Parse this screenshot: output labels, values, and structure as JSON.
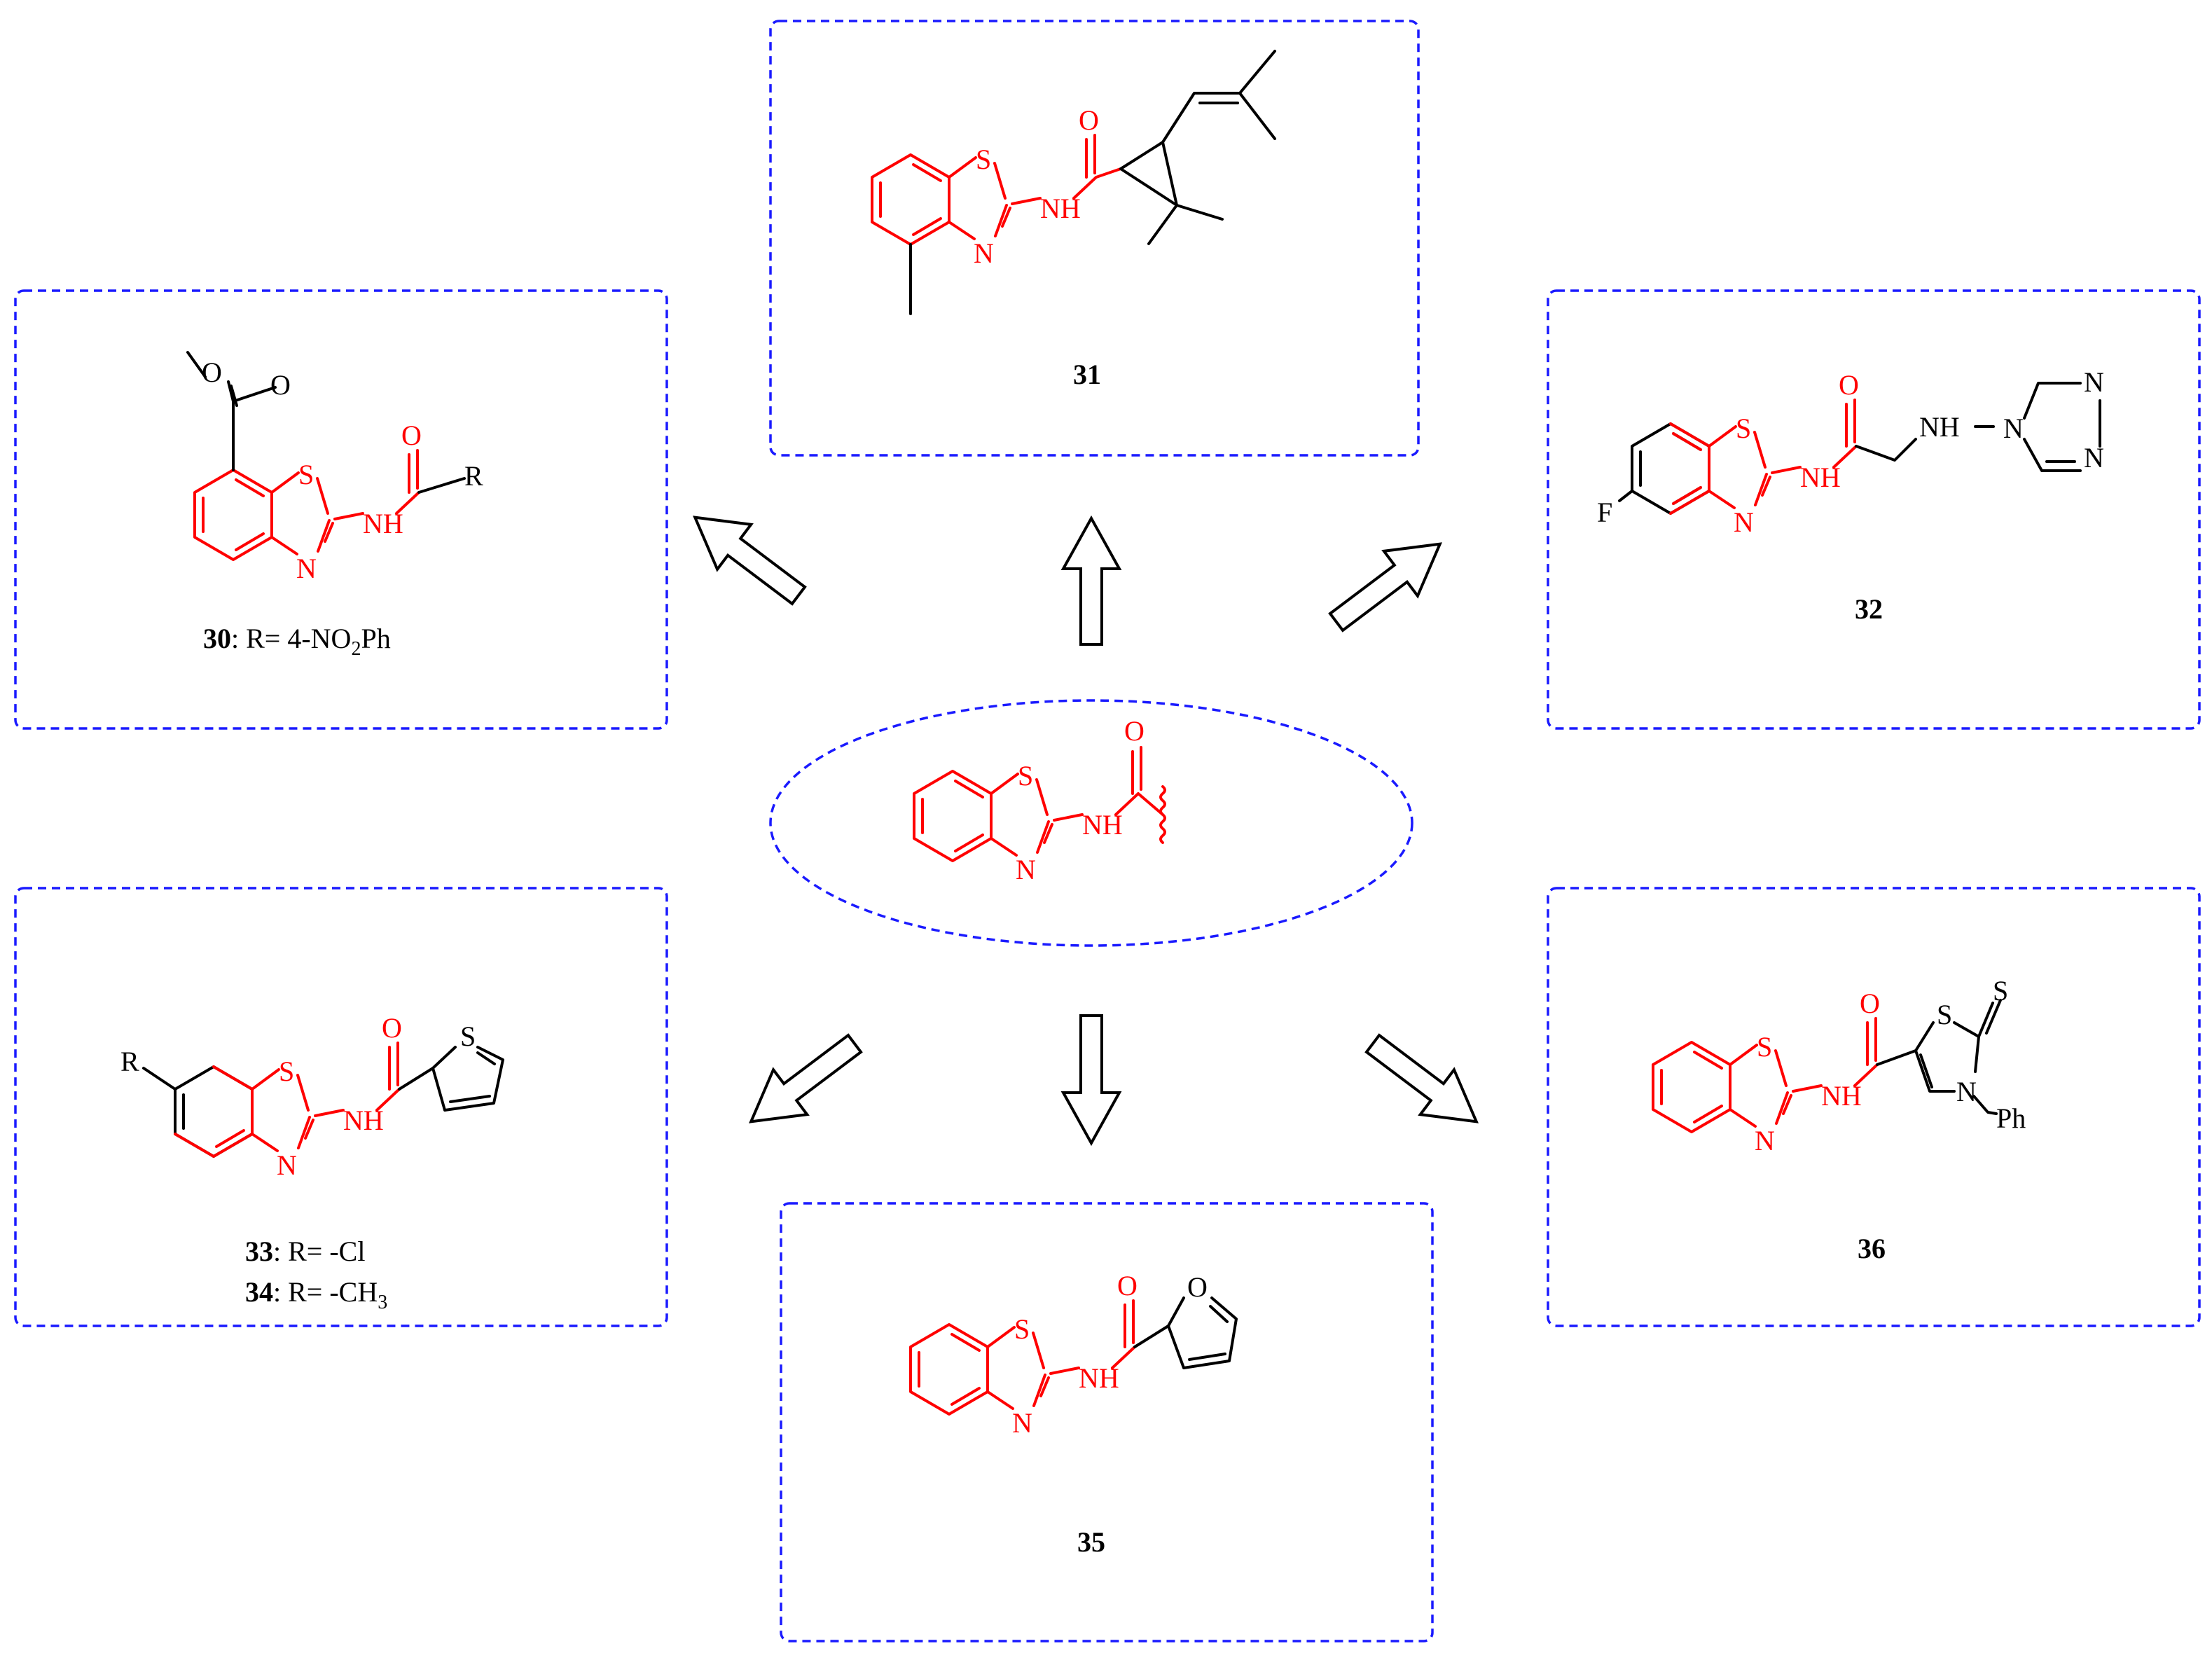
{
  "atoms": {
    "S": "S",
    "N": "N",
    "NH": "NH",
    "O": "O",
    "R": "R",
    "F": "F",
    "Ph": "Ph"
  },
  "compounds": {
    "c30": {
      "number": "30",
      "r_prefix": ": R= 4-NO",
      "r_sub": "2",
      "r_suffix": "Ph"
    },
    "c31": {
      "number": "31"
    },
    "c32": {
      "number": "32"
    },
    "c33": {
      "number": "33",
      "r_text": ": R= -Cl"
    },
    "c34": {
      "number": "34",
      "r_prefix": ": R= -CH",
      "r_sub": "3"
    },
    "c35": {
      "number": "35"
    },
    "c36": {
      "number": "36"
    }
  },
  "colors": {
    "scaffold": "#ff0000",
    "substituent": "#000000",
    "frame": "#1a1aff"
  }
}
